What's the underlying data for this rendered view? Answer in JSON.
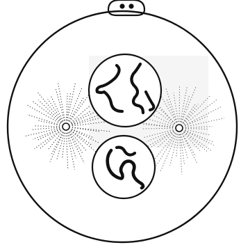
{
  "diagram": {
    "colors": {
      "background": "#ffffff",
      "line": "#111111",
      "chromosome": "#111111",
      "aster_rays": "#222222",
      "faint_panel": "#f3f3f3"
    },
    "parts": [
      "cell-membrane",
      "top-nucleus",
      "bottom-nucleus",
      "left-aster-centrosome",
      "right-aster-centrosome",
      "attached-bud"
    ]
  }
}
